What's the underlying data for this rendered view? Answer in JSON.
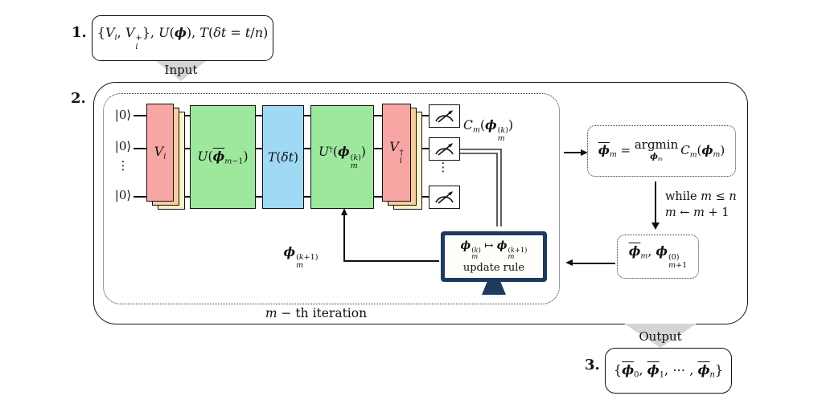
{
  "colors": {
    "gate_red": "#F7A6A4",
    "gate_green": "#9DE89D",
    "gate_blue": "#9FD9F4",
    "stack_apricot": "#F8CE9C",
    "stack_cream": "#FBF2CB",
    "monitor_navy": "#1E3A5F",
    "flow_arrow_gray": "#D5D5D5",
    "line_black": "#111111"
  },
  "step1": {
    "number": "1.",
    "formula_html": "{<i>V<sub>i</sub></i>, <i>V</i><span class='ss'><span>+</span><span><i>i</i></span></span>}, <i>U</i>(<span class='phi'>ϕ</span>), <i>T</i>(<i>δt</i> = <i>t</i>/<i>n</i>)",
    "arrow_label": "Input"
  },
  "step2": {
    "number": "2.",
    "iteration_caption_html": "<i>m</i> − th iteration",
    "circuit": {
      "kets": [
        "|0⟩",
        "|0⟩",
        "⋮",
        "|0⟩"
      ],
      "gate_vi_html": "<i>V<sub>i</sub></i>",
      "gate_u_html": "<i>U</i>(<span class='phi ol'>ϕ</span><sub><i>m</i>−1</sub>)",
      "gate_t_html": "<i>T</i>(<i>δt</i>)",
      "gate_udag_html": "<i>U</i><sup>†</sup>(<span class='phi'>ϕ</span><span class='ss'><span>(<i>k</i>)</span><span><i>m</i></span></span>)",
      "gate_vidag_html": "<i>V</i><span class='ss'><span>†</span><span><i>i</i></span></span>",
      "meter_dots": "⋮",
      "cost_label_html": "<i>C<sub>m</sub></i>(<span class='phi'>ϕ</span><span class='ss'><span>(<i>k</i>)</span><span><i>m</i></span></span>)"
    },
    "feedback_label_html": "<span class='phi'>ϕ</span><span class='ss'><span>(<i>k</i>+1)</span><span><i>m</i></span></span>",
    "monitor": {
      "formula_html": "<span class='phi'>ϕ</span><span class='ss'><span>(<i>k</i>)</span><span><i>m</i></span></span> ↦ <span class='phi'>ϕ</span><span class='ss'><span>(<i>k</i>+1)</span><span><i>m</i></span></span>",
      "caption": "update rule"
    },
    "argmin_box_html": "<span class='phi ol'>ϕ</span><sub><i>m</i></sub> = <span class='argmin'><span>argmin</span><span class='au'><span class='phi'>ϕ</span><sub><i>m</i></sub></span></span>&thinsp;<i>C<sub>m</sub></i>(<span class='phi'>ϕ</span><sub><i>m</i></sub>)",
    "while_line1_html": "while <i>m</i> ≤ <i>n</i>",
    "while_line2_html": "<i>m</i> ← <i>m</i> + 1",
    "params_box_html": "<span class='phi ol'>ϕ</span><sub><i>m</i></sub>, <span class='phi'>ϕ</span><span class='ss'><span>(0)</span><span><i>m</i>+1</span></span>"
  },
  "step3": {
    "number": "3.",
    "arrow_label": "Output",
    "formula_html": "{<span class='phi ol'>ϕ</span><sub>0</sub>, <span class='phi ol'>ϕ</span><sub>1</sub>, ⋯ , <span class='phi ol'>ϕ</span><sub><i>n</i></sub>}"
  }
}
